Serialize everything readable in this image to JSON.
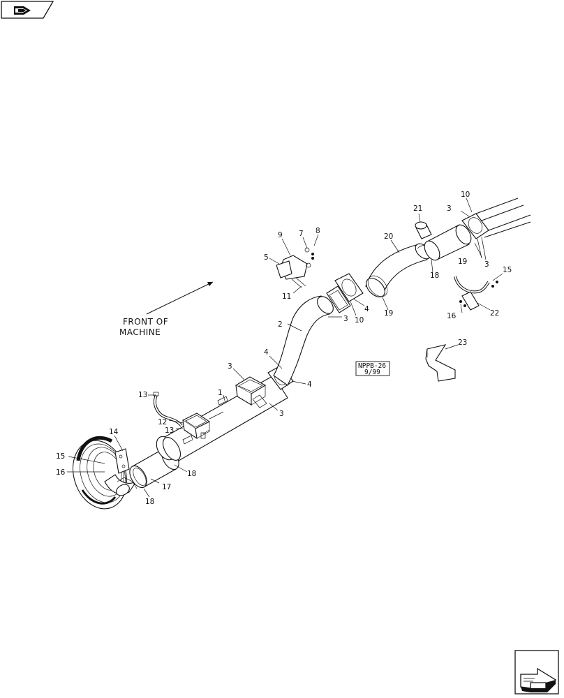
{
  "diagram": {
    "front_label_line1": "FRONT OF",
    "front_label_line2": "MACHINE",
    "stamp_line1": "NPPB-26",
    "stamp_line2": "9/99",
    "callouts": {
      "c1": "1",
      "c2": "2",
      "c3a": "3",
      "c3b": "3",
      "c3c": "3",
      "c3d": "3",
      "c3e": "3",
      "c4a": "4",
      "c4b": "4",
      "c4c": "4",
      "c5": "5",
      "c7": "7",
      "c8": "8",
      "c9": "9",
      "c10a": "10",
      "c10b": "10",
      "c11": "11",
      "c12": "12",
      "c13a": "13",
      "c13b": "13",
      "c14": "14",
      "c15a": "15",
      "c15b": "15",
      "c16a": "16",
      "c16b": "16",
      "c17": "17",
      "c18a": "18",
      "c18b": "18",
      "c18c": "18",
      "c19a": "19",
      "c19b": "19",
      "c20": "20",
      "c21": "21",
      "c22": "22",
      "c23": "23"
    }
  },
  "nav": {
    "top_icon": "book-return-icon",
    "bottom_icon": "next-page-arrow-icon"
  }
}
